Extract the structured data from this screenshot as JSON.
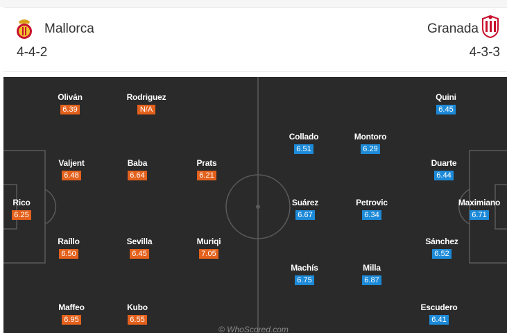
{
  "home": {
    "name": "Mallorca",
    "formation": "4-4-2",
    "players": [
      {
        "name": "Oliván",
        "rating": "6.39"
      },
      {
        "name": "Rodriguez",
        "rating": "N/A"
      },
      {
        "name": "Valjent",
        "rating": "6.48"
      },
      {
        "name": "Baba",
        "rating": "6.64"
      },
      {
        "name": "Prats",
        "rating": "6.21"
      },
      {
        "name": "Rico",
        "rating": "6.25"
      },
      {
        "name": "Raíllo",
        "rating": "6.50"
      },
      {
        "name": "Sevilla",
        "rating": "6.45"
      },
      {
        "name": "Muriqi",
        "rating": "7.05"
      },
      {
        "name": "Maffeo",
        "rating": "6.95"
      },
      {
        "name": "Kubo",
        "rating": "6.55"
      }
    ]
  },
  "away": {
    "name": "Granada",
    "formation": "4-3-3",
    "players": [
      {
        "name": "Quini",
        "rating": "6.45"
      },
      {
        "name": "Collado",
        "rating": "6.51"
      },
      {
        "name": "Montoro",
        "rating": "6.29"
      },
      {
        "name": "Duarte",
        "rating": "6.44"
      },
      {
        "name": "Suárez",
        "rating": "6.67"
      },
      {
        "name": "Petrovic",
        "rating": "6.34"
      },
      {
        "name": "Maximiano",
        "rating": "6.71"
      },
      {
        "name": "Sánchez",
        "rating": "6.52"
      },
      {
        "name": "Machís",
        "rating": "6.75"
      },
      {
        "name": "Milla",
        "rating": "6.87"
      },
      {
        "name": "Escudero",
        "rating": "6.41"
      }
    ]
  },
  "watermark": "© WhoScored.com",
  "colors": {
    "home_rating": "#e3611c",
    "away_rating": "#1d8ad8",
    "pitch": "#2a2a2a"
  }
}
